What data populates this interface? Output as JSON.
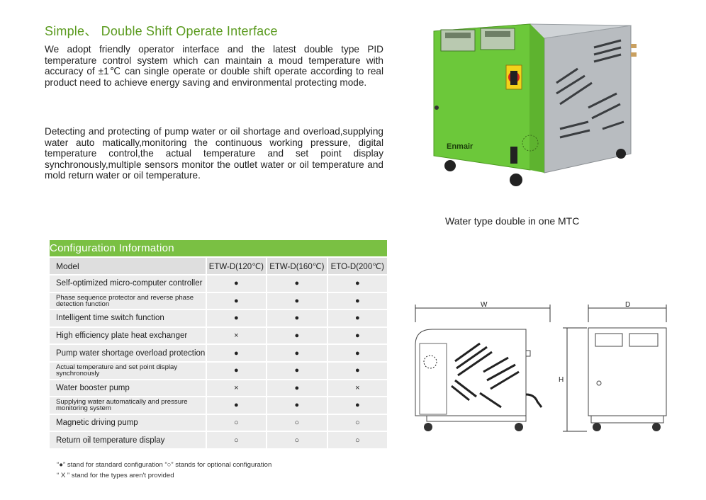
{
  "title": "Simple、 Double Shift Operate Interface",
  "para1": "We adopt friendly operator interface and the latest double type PID temperature control system which can maintain a moud temperature with accuracy of ±1℃ can single operate or double shift operate according to real product need to achieve energy saving and environmental protecting mode.",
  "para2": "Detecting and protecting of pump water or oil shortage and overload,supplying water auto matically,monitoring the continuous working pressure, digital temperature control,the actual temperature and set point display synchronously,multiple sensors monitor the outlet water or oil temperature and mold return water or oil temperature.",
  "product": {
    "caption": "Water type double in one MTC",
    "brand": "Enmair"
  },
  "config": {
    "heading": "Configuration Information",
    "model_label": "Model",
    "models": [
      "ETW-D(120℃)",
      "ETW-D(160℃)",
      "ETO-D(200℃)"
    ],
    "rows": [
      {
        "feature": "Self-optimized micro-computer controller",
        "marks": [
          "●",
          "●",
          "●"
        ]
      },
      {
        "feature": "Phase sequence protector and reverse phase detection function",
        "marks": [
          "●",
          "●",
          "●"
        ]
      },
      {
        "feature": "Intelligent time switch function",
        "marks": [
          "●",
          "●",
          "●"
        ]
      },
      {
        "feature": "High efficiency plate heat exchanger",
        "marks": [
          "×",
          "●",
          "●"
        ]
      },
      {
        "feature": "Pump water shortage overload protection",
        "marks": [
          "●",
          "●",
          "●"
        ]
      },
      {
        "feature": "Actual temperature and set point display synchronously",
        "marks": [
          "●",
          "●",
          "●"
        ]
      },
      {
        "feature": "Water booster pump",
        "marks": [
          "×",
          "●",
          "×"
        ]
      },
      {
        "feature": "Supplying water automatically and pressure monitoring system",
        "marks": [
          "●",
          "●",
          "●"
        ]
      },
      {
        "feature": "Magnetic driving pump",
        "marks": [
          "○",
          "○",
          "○"
        ]
      },
      {
        "feature": "Return oil temperature display",
        "marks": [
          "○",
          "○",
          "○"
        ]
      }
    ],
    "note1": "“●” stand for standard configuration  “○” stands for optional configuration",
    "note2": "“ X ” stand for the types aren't provided"
  },
  "dimensions": {
    "width_label": "W",
    "depth_label": "D",
    "height_label": "H"
  },
  "colors": {
    "accent_green": "#7ac043",
    "title_green": "#5a9a1e",
    "machine_green": "#6cc83a"
  }
}
